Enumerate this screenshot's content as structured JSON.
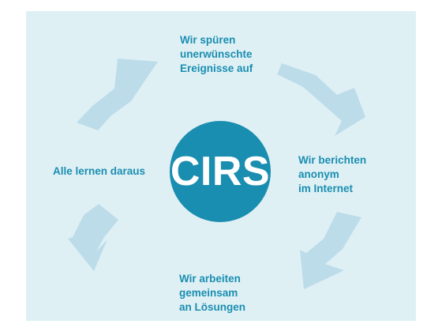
{
  "colors": {
    "panel": "#dff0f5",
    "hub": "#1a8eb0",
    "text": "#1a8eb0",
    "arrow": "#bcdcea"
  },
  "hub": {
    "label": "CIRS"
  },
  "steps": [
    {
      "id": "top",
      "lines": [
        "Wir spüren",
        "unerwünschte",
        "Ereignisse auf"
      ]
    },
    {
      "id": "right",
      "lines": [
        "Wir berichten",
        "anonym",
        "im Internet"
      ]
    },
    {
      "id": "bottom",
      "lines": [
        "Wir arbeiten",
        "gemeinsam",
        "an Lösungen"
      ]
    },
    {
      "id": "left",
      "lines": [
        "Alle lernen daraus"
      ]
    }
  ]
}
